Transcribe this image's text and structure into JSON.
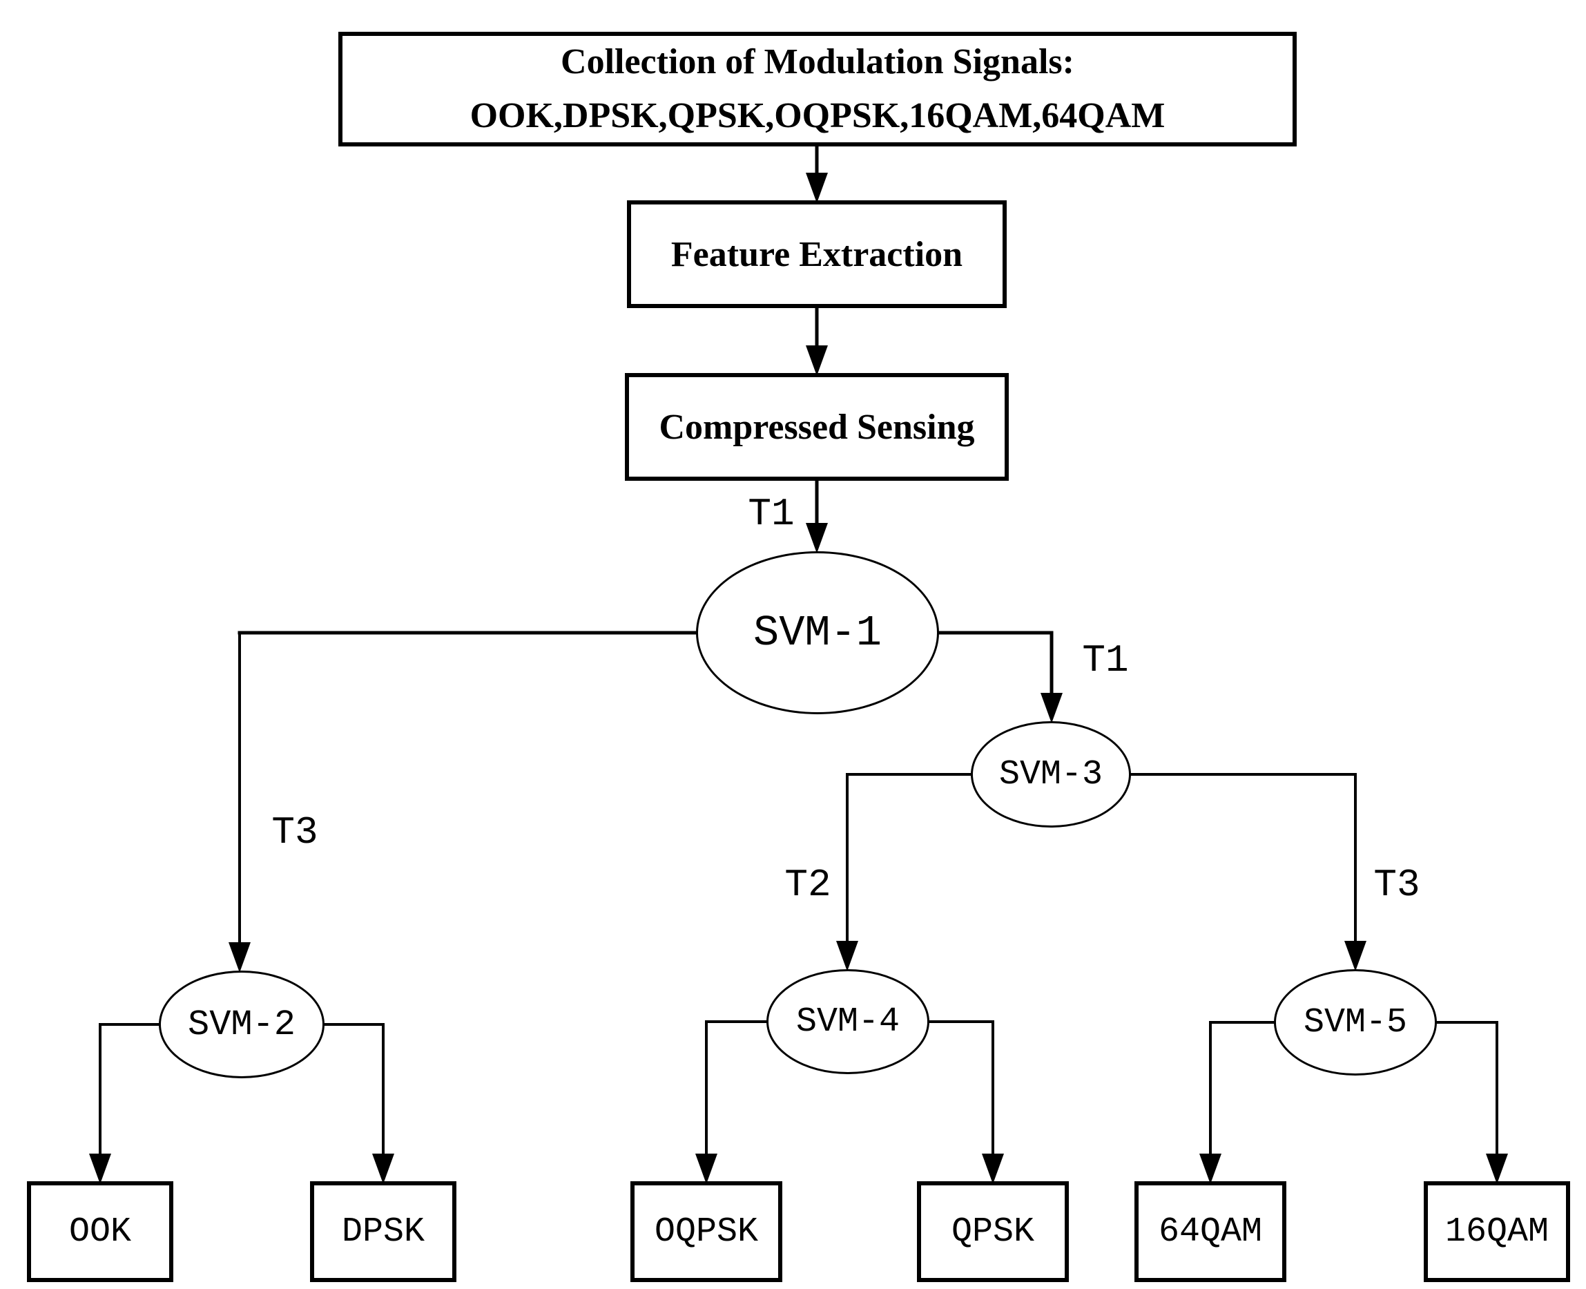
{
  "diagram": {
    "root_box": {
      "line1": "Collection of Modulation Signals:",
      "line2": "OOK,DPSK,QPSK,OQPSK,16QAM,64QAM"
    },
    "stages": {
      "feature_extraction": "Feature Extraction",
      "compressed_sensing": "Compressed Sensing"
    },
    "classifiers": {
      "svm1": "SVM-1",
      "svm2": "SVM-2",
      "svm3": "SVM-3",
      "svm4": "SVM-4",
      "svm5": "SVM-5"
    },
    "branch_labels": {
      "t1_root_to_svm1": "T1",
      "t3_svm1_to_svm2": "T3",
      "t1_svm1_to_svm3": "T1",
      "t2_svm3_to_svm4": "T2",
      "t3_svm3_to_svm5": "T3"
    },
    "outputs": {
      "ook": "OOK",
      "dpsk": "DPSK",
      "oqpsk": "OQPSK",
      "qpsk": "QPSK",
      "qam64": "64QAM",
      "qam16": "16QAM"
    },
    "colors": {
      "ink": "#000000",
      "background": "#ffffff"
    }
  }
}
